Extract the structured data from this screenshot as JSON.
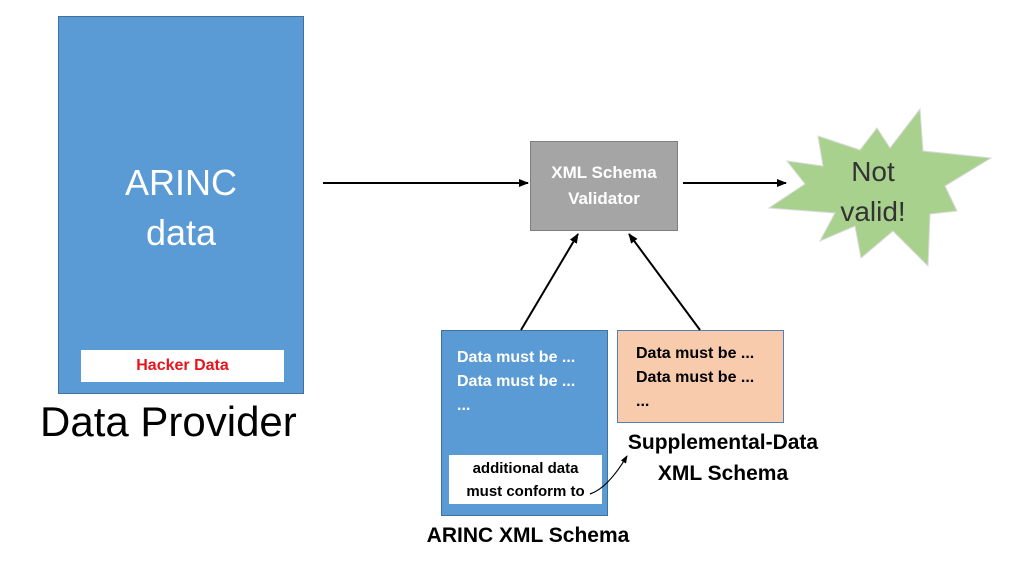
{
  "arinc_data": {
    "label": "ARINC\ndata",
    "hacker_label": "Hacker Data"
  },
  "data_provider": "Data Provider",
  "validator": {
    "label": "XML Schema\nValidator"
  },
  "result": {
    "label": "Not\nvalid!"
  },
  "arinc_schema": {
    "lines": "Data must be ...\nData must be ...\n...",
    "conform_note": "additional data\nmust conform to",
    "caption": "ARINC XML Schema"
  },
  "supplemental_schema": {
    "lines": "Data must be ...\nData must be ...\n...",
    "caption": "Supplemental-Data\nXML Schema"
  },
  "colors": {
    "arinc_blue": "#5b9bd5",
    "validator_gray": "#a5a5a5",
    "hacker_red": "#e8141b",
    "starburst_green": "#a9d18e",
    "supplemental_peach": "#f8cbad"
  }
}
